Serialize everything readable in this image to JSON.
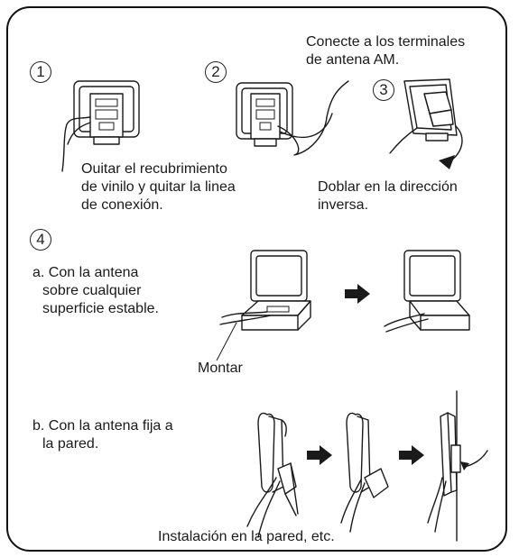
{
  "steps": {
    "s1": "1",
    "s2": "2",
    "s3": "3",
    "s4": "4"
  },
  "captions": {
    "connect_line1": "Conecte a los terminales",
    "connect_line2": "de antena AM.",
    "remove_line1": "Ouitar el recubrimiento",
    "remove_line2": "de vinilo y quitar la linea",
    "remove_line3": "de conexión.",
    "fold_line1": "Doblar en la dirección",
    "fold_line2": "inversa.",
    "a_line1": "a. Con la antena",
    "a_line2": "sobre cualquier",
    "a_line3": "superficie estable.",
    "mount": "Montar",
    "b_line1": "b. Con la antena fija a",
    "b_line2": "la pared.",
    "wall": "Instalación en la pared, etc."
  }
}
